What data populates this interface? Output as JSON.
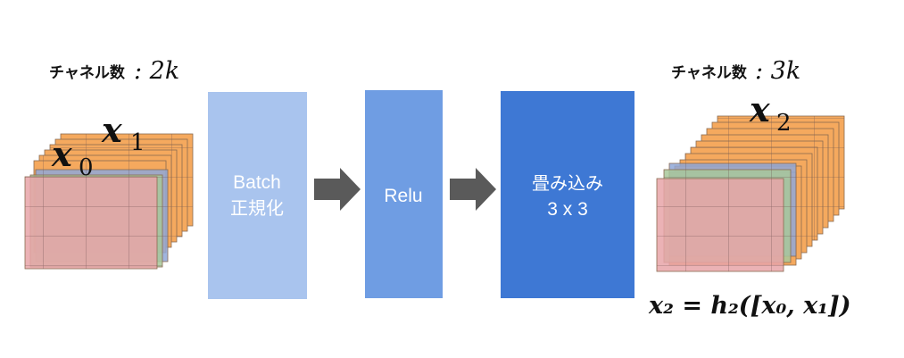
{
  "left_label": {
    "text": "チャネル数",
    "value": ": 2k"
  },
  "right_label": {
    "text": "チャネル数",
    "value": ": 3k"
  },
  "left_stack": {
    "x0": "x",
    "x0_sub": "0",
    "x1": "x",
    "x1_sub": "1"
  },
  "right_stack": {
    "x2": "x",
    "x2_sub": "2"
  },
  "steps": [
    {
      "line1": "Batch",
      "line2": "正規化"
    },
    {
      "line1": "Relu"
    },
    {
      "line1": "畳み込み",
      "line2": "3 x 3"
    }
  ],
  "formula": "x₂ = h₂([x₀, x₁])",
  "colors": {
    "orange": "#f5a95e",
    "blue": "#8fa8d8",
    "green": "#a8c89a",
    "red": "#e8a4a8",
    "step1": "#a9c4ee",
    "step2": "#6f9de3",
    "step3": "#3e78d4",
    "arrow": "#5a5a5a"
  }
}
